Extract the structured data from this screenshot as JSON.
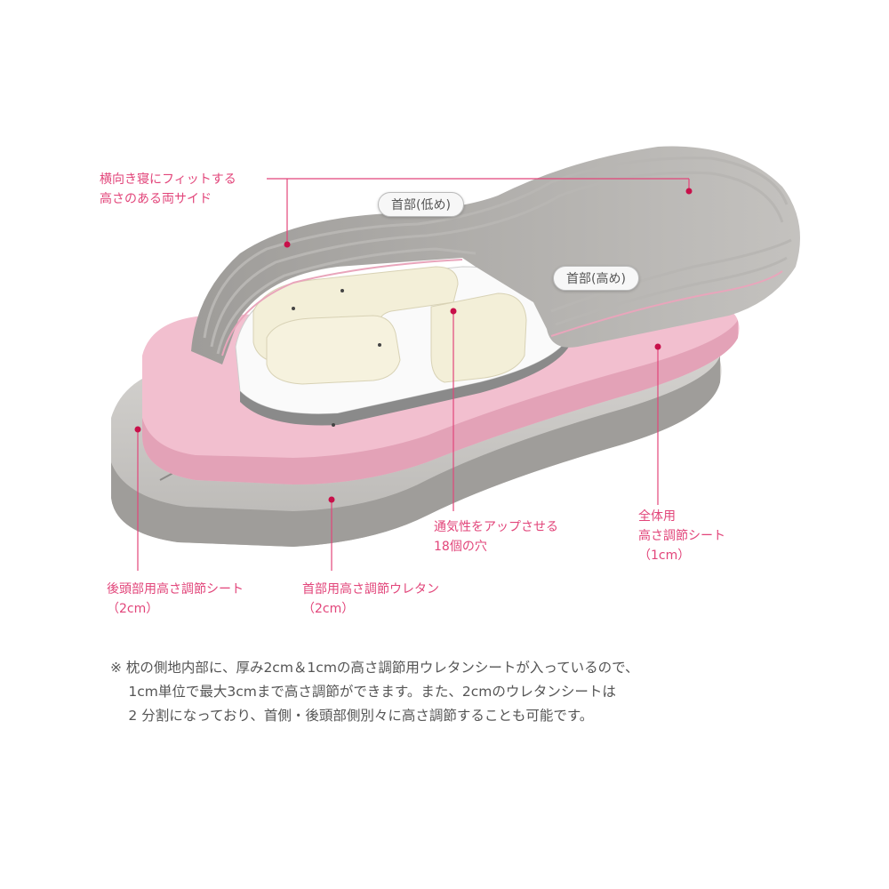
{
  "labels": {
    "sides": [
      "横向き寝にフィットする",
      "高さのある両サイド"
    ],
    "neck_low": "首部(低め)",
    "neck_high": "首部(高め)",
    "holes": [
      "通気性をアップさせる",
      "18個の穴"
    ],
    "overall_sheet": [
      "全体用",
      "高さ調節シート",
      "（1cm）"
    ],
    "head_sheet": [
      "後頭部用高さ調節シート",
      "（2cm）"
    ],
    "neck_urethane": [
      "首部用高さ調節ウレタン",
      "（2cm）"
    ]
  },
  "note": {
    "lines": [
      "※ 枕の側地内部に、厚み2cm＆1cmの高さ調節用ウレタンシートが入っているので、",
      "　 1cm単位で最大3cmまで高さ調節ができます。また、2cmのウレタンシートは",
      "　 2 分割になっており、首側・後頭部側別々に高さ調節することも可能です。"
    ]
  },
  "colors": {
    "accent": "#e2457a",
    "gray": "#a9a7a4",
    "pink": "#f2bfcf",
    "cream": "#f3efd8"
  }
}
